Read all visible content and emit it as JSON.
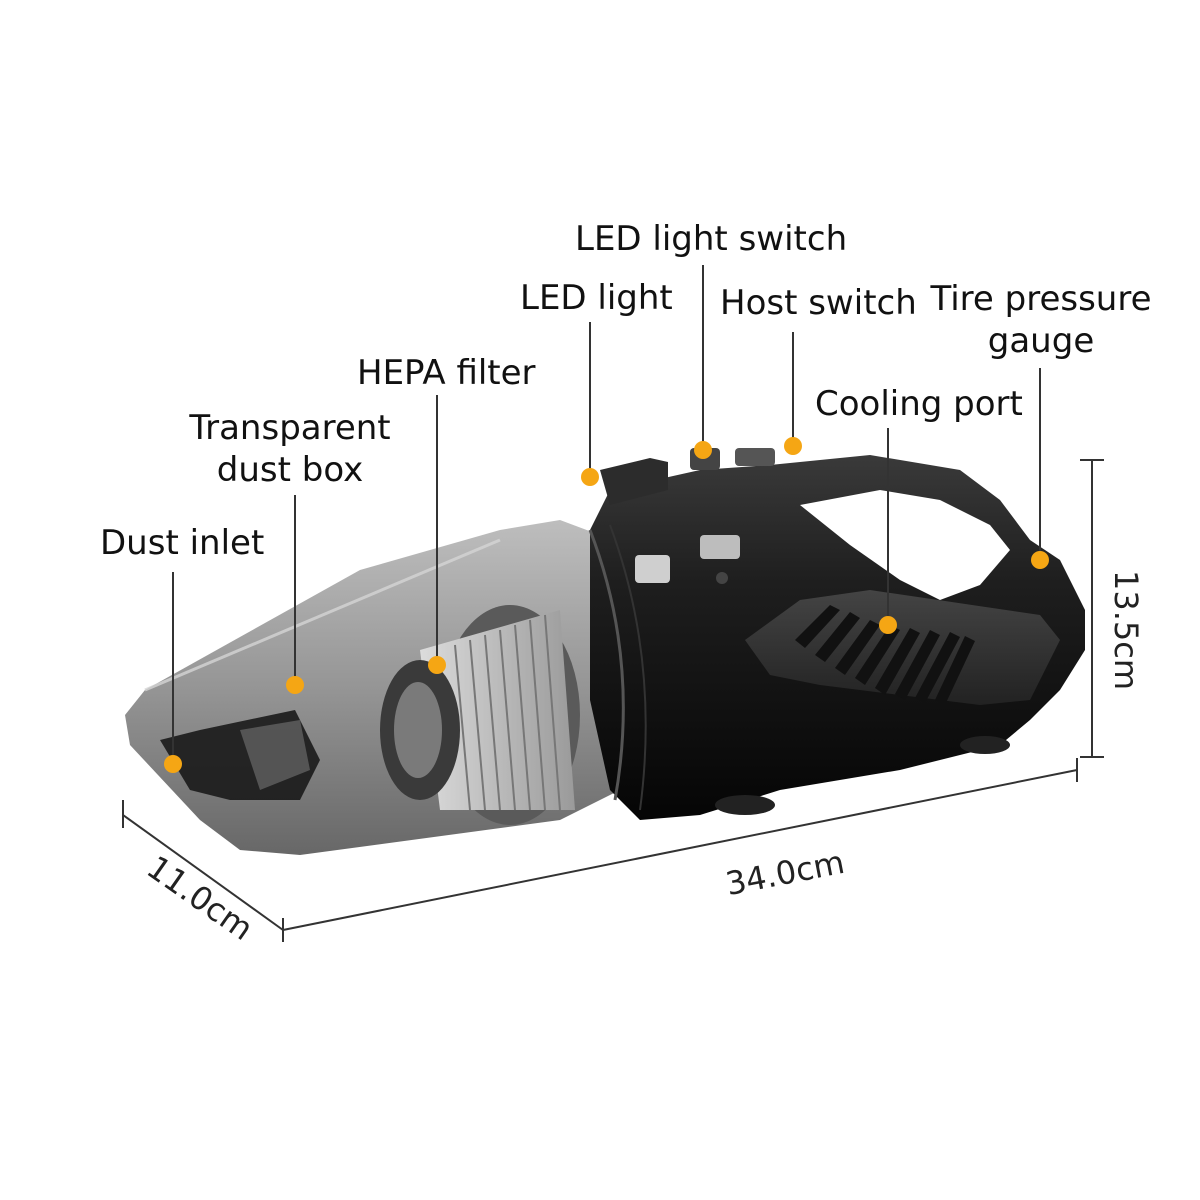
{
  "labels": {
    "led_light_switch": "LED light switch",
    "led_light": "LED light",
    "host_switch": "Host switch",
    "tire_pressure_line1": "Tire pressure",
    "tire_pressure_line2": "gauge",
    "hepa_filter": "HEPA filter",
    "cooling_port": "Cooling port",
    "transparent_line1": "Transparent",
    "transparent_line2": "dust box",
    "dust_inlet": "Dust inlet"
  },
  "dimensions": {
    "height": "13.5cm",
    "length": "34.0cm",
    "width": "11.0cm"
  },
  "colors": {
    "marker": "#F5A614",
    "body": "#1b1b1b",
    "leader": "#333333"
  }
}
